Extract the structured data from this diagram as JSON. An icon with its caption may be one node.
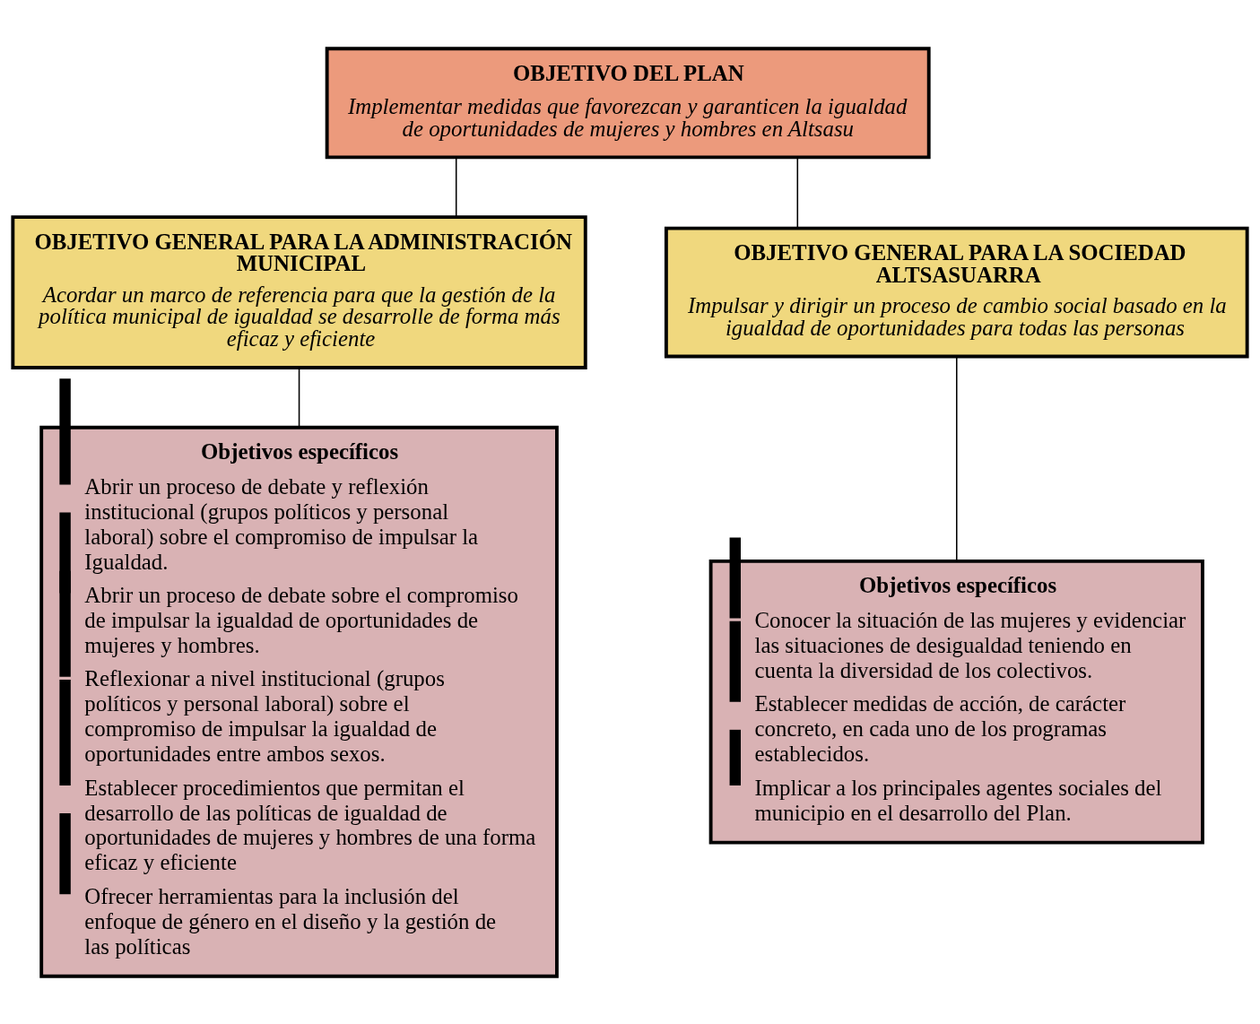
{
  "diagram": {
    "nodes": [
      {
        "text": [
          "OBJETIVO DEL PLAN",
          "Implementar medidas que favorezcan y garanticen la igualdad de oportunidades de mujeres y hombres en Altsasu"
        ]
      },
      {
        "text": [
          "OBJETIVO GENERAL PARA LA ADMINISTRACIÓN MUNICIPAL",
          "Acordar un marco de referencia para que la gestión de la política municipal de igualdad se desarrolle de forma más eficaz y eficiente"
        ]
      },
      {
        "text": [
          "OBJETIVO GENERAL PARA LA SOCIEDAD ALTSASUARRA",
          "Impulsar y dirigir un proceso de cambio social basado en la igualdad de oportunidades para todas las personas"
        ]
      },
      {
        "text": [
          "Objetivos específicos",
          "Abrir un proceso de debate y reflexión institucional (grupos políticos y personal laboral) sobre el compromiso de impulsar la Igualdad.",
          "Abrir un proceso de debate sobre el compromiso de impulsar la igualdad de oportunidades de mujeres y hombres.",
          "Reflexionar a nivel institucional (grupos políticos y personal laboral) sobre el compromiso de impulsar la igualdad de oportunidades entre ambos sexos.",
          "Establecer procedimientos que permitan el desarrollo de las políticas de igualdad de oportunidades de mujeres y hombres de una forma eficaz y eficiente",
          "Ofrecer herramientas para la inclusión del enfoque de género en el diseño y la gestión de las políticas"
        ]
      },
      {
        "text": [
          "Objetivos específicos",
          "Conocer la situación de las mujeres y evidenciar las situaciones de desigualdad teniendo en cuenta la diversidad de los colectivos.",
          "Establecer medidas de acción, de carácter concreto, en cada uno de los programas establecidos.",
          "Implicar a los principales agentes sociales del municipio en el desarrollo del Plan."
        ]
      }
    ],
    "edges": [
      {
        "from": 0,
        "to": 1,
        "arrow": "none"
      },
      {
        "from": 0,
        "to": 2,
        "arrow": "none"
      },
      {
        "from": 1,
        "to": 3,
        "arrow": "none"
      },
      {
        "from": 2,
        "to": 4,
        "arrow": "none"
      }
    ]
  }
}
